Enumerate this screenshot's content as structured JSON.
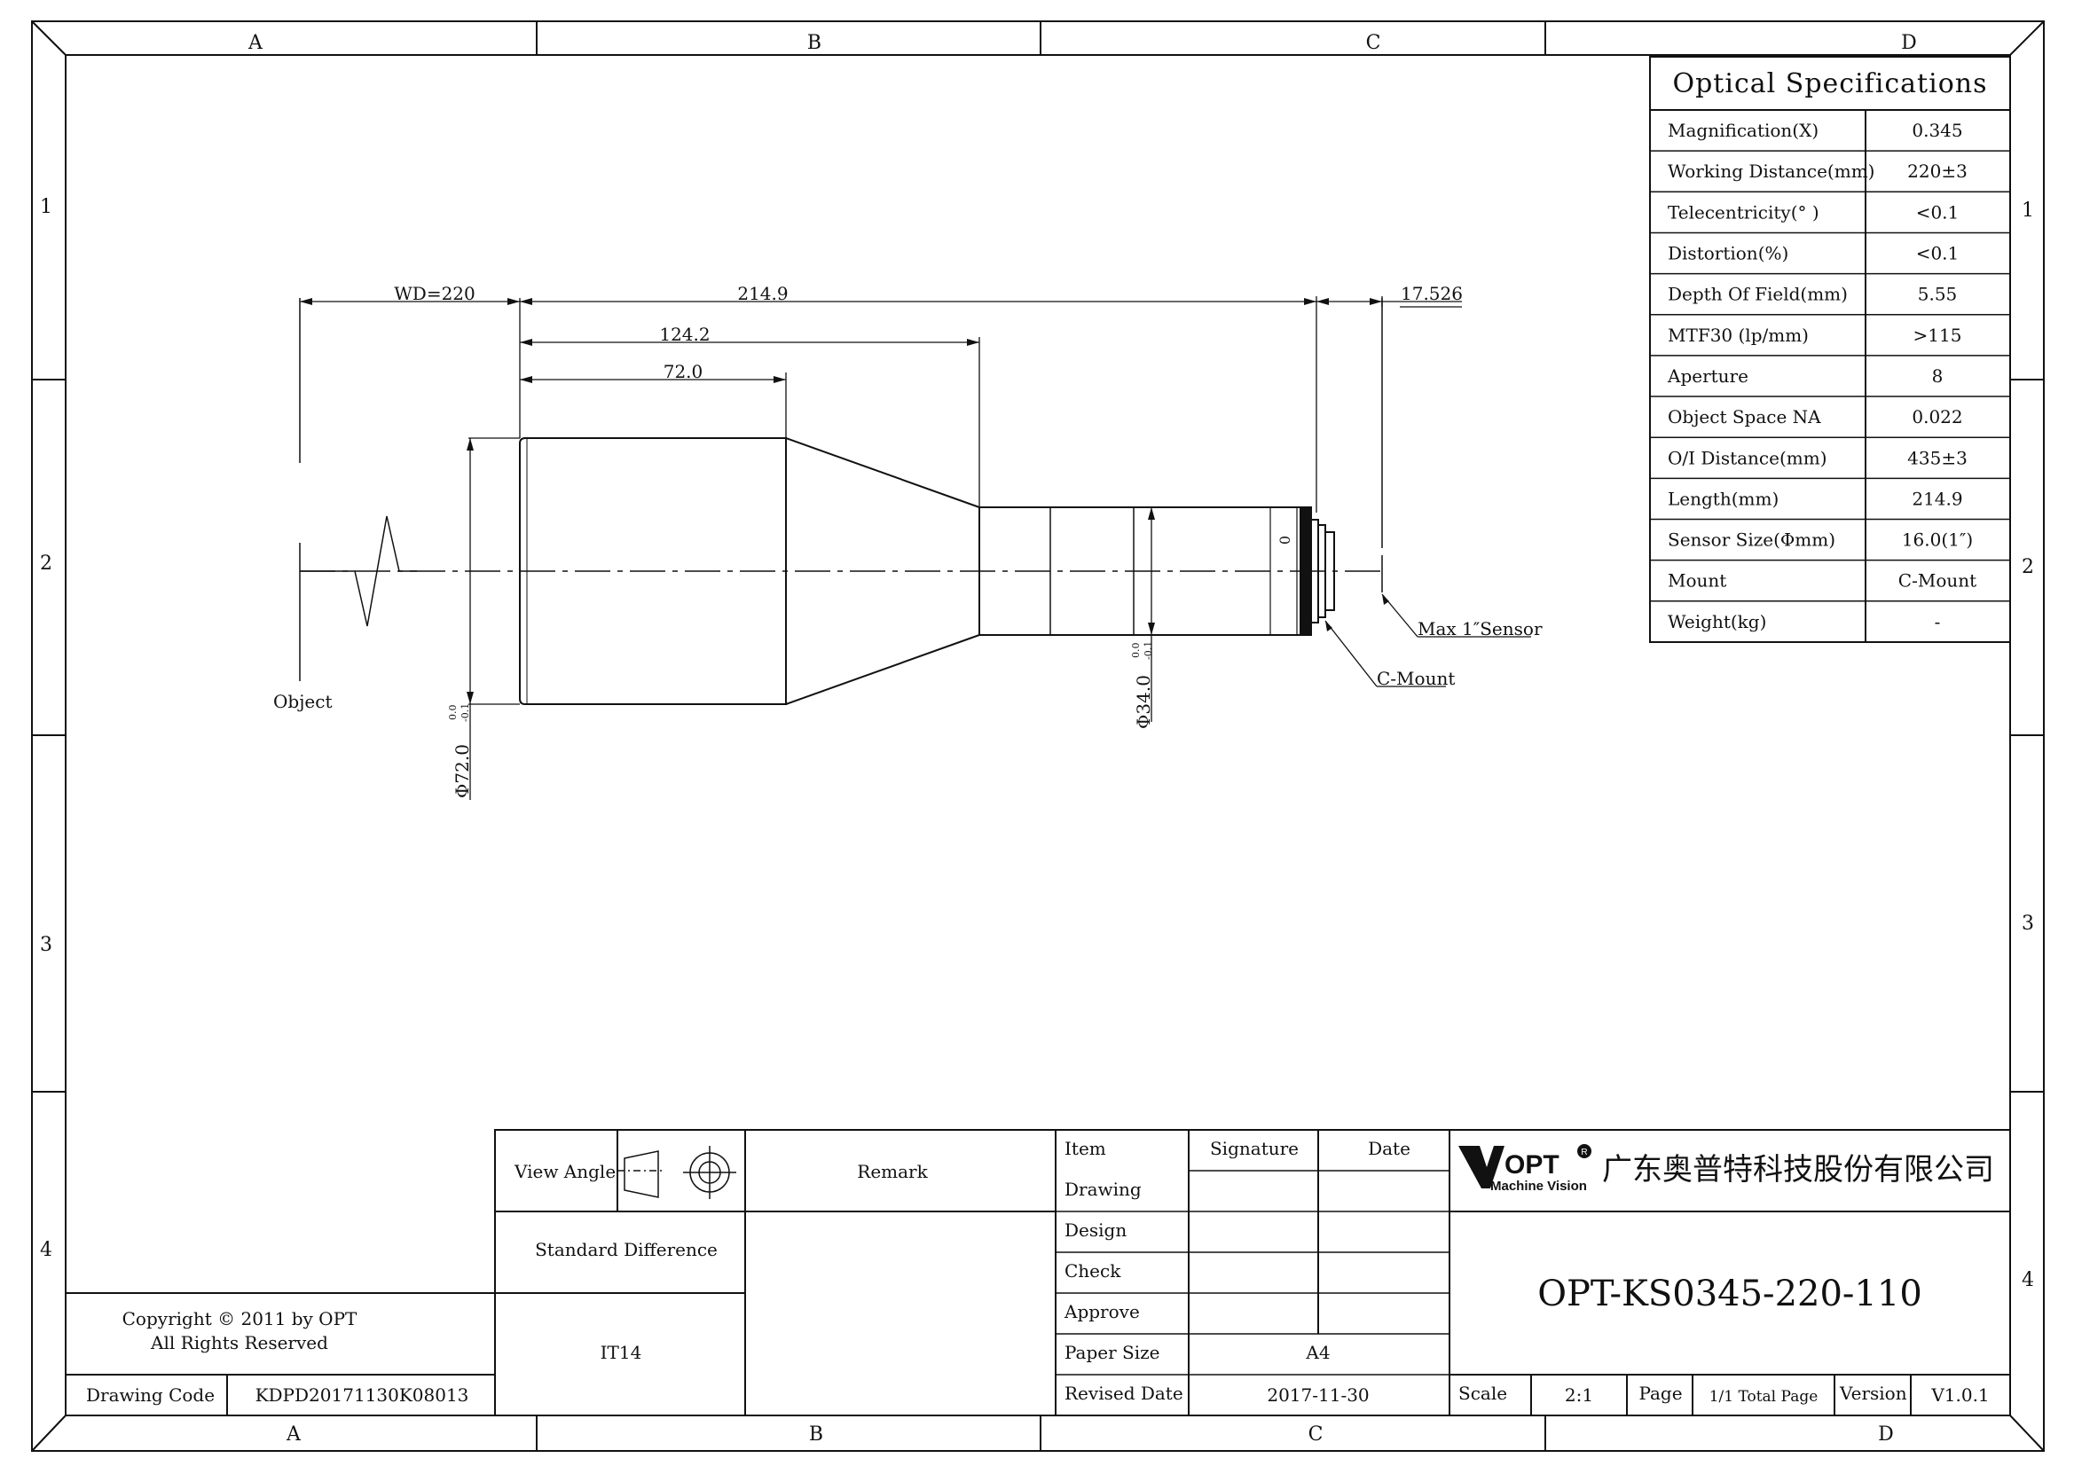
{
  "border": {
    "cols_top": [
      "A",
      "B",
      "C",
      "D"
    ],
    "cols_bottom": [
      "A",
      "B",
      "C",
      "D"
    ],
    "rows_left": [
      "1",
      "2",
      "3",
      "4"
    ],
    "rows_right": [
      "1",
      "2",
      "3",
      "4"
    ]
  },
  "spec_table": {
    "title": "Optical Specifications",
    "rows": [
      {
        "label": "Magnification(X)",
        "value": "0.345"
      },
      {
        "label": "Working Distance(mm)",
        "value": "220±3"
      },
      {
        "label": "Telecentricity(° )",
        "value": "<0.1"
      },
      {
        "label": "Distortion(%)",
        "value": "<0.1"
      },
      {
        "label": "Depth Of Field(mm)",
        "value": "5.55"
      },
      {
        "label": "MTF30 (lp/mm)",
        "value": ">115"
      },
      {
        "label": "Aperture",
        "value": "8"
      },
      {
        "label": "Object Space NA",
        "value": "0.022"
      },
      {
        "label": "O/I Distance(mm)",
        "value": "435±3"
      },
      {
        "label": "Length(mm)",
        "value": "214.9"
      },
      {
        "label": "Sensor Size(Φmm)",
        "value": "16.0(1″)"
      },
      {
        "label": "Mount",
        "value": "C-Mount"
      },
      {
        "label": "Weight(kg)",
        "value": "-"
      }
    ]
  },
  "drawing": {
    "dims": {
      "wd": "WD=220",
      "length": "214.9",
      "sensor_offset": "17.526",
      "mid_length": "124.2",
      "front_length": "72.0",
      "dia_front": "Φ72.0",
      "dia_front_tol_upper": "0.0",
      "dia_front_tol_lower": "-0.1",
      "dia_rear": "Φ34.0",
      "dia_rear_tol_upper": "0.0",
      "dia_rear_tol_lower": "-0.1"
    },
    "labels": {
      "object": "Object",
      "sensor": "Max 1″Sensor",
      "mount": "C-Mount",
      "ring_mark": "0"
    }
  },
  "title_block": {
    "view_angle": "View Angle",
    "remark": "Remark",
    "standard_difference": "Standard Difference",
    "tolerance_grade": "IT14",
    "copyright_line1": "Copyright © 2011 by OPT",
    "copyright_line2": "All Rights Reserved",
    "drawing_code_label": "Drawing Code",
    "drawing_code": "KDPD20171130K08013",
    "item": "Item",
    "signature": "Signature",
    "date": "Date",
    "sign_rows": [
      "Drawing",
      "Design",
      "Check",
      "Approve"
    ],
    "paper_size_label": "Paper Size",
    "paper_size": "A4",
    "revised_date_label": "Revised Date",
    "revised_date": "2017-11-30",
    "logo_text": "OPT",
    "logo_sub": "Machine Vision",
    "logo_reg": "R",
    "company": "广东奥普特科技股份有限公司",
    "part_number": "OPT-KS0345-220-110",
    "scale_label": "Scale",
    "scale": "2:1",
    "page_label": "Page",
    "page_value": "1/1 Total Page",
    "version_label": "Version",
    "version": "V1.0.1"
  }
}
